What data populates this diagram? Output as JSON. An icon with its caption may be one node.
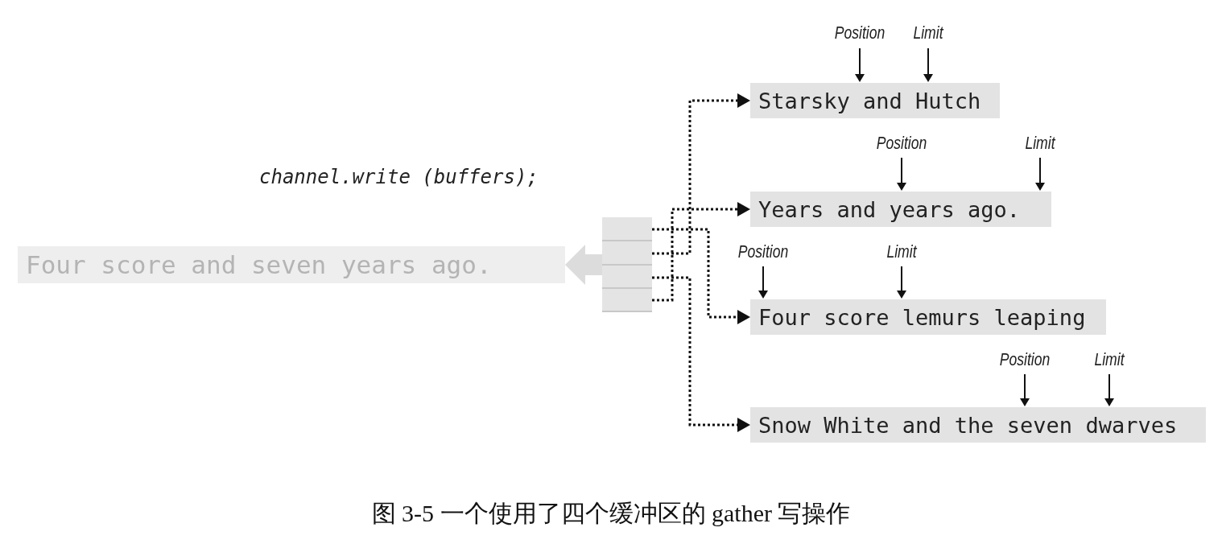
{
  "diagram": {
    "caption": "图 3-5 一个使用了四个缓冲区的 gather 写操作",
    "nodes": [
      {
        "text": [
          "Four score and seven years ago."
        ]
      },
      {
        "text": [],
        "shape": "box"
      },
      {
        "text": [],
        "shape": "box",
        "in": 1
      },
      {
        "text": [],
        "shape": "box",
        "in": 1
      },
      {
        "text": [],
        "shape": "box",
        "in": 1
      },
      {
        "text": [],
        "shape": "box",
        "in": 1
      },
      {
        "text": [
          "Starsky and Hutch"
        ]
      },
      {
        "text": [
          "Years and years ago."
        ]
      },
      {
        "text": [
          "Four score lemurs leaping"
        ]
      },
      {
        "text": [
          "Snow White and the seven dwarves"
        ]
      }
    ],
    "edges": [
      {
        "from": 1,
        "to": 0,
        "arrow": "to",
        "style": "thick",
        "color": "#dcdcdc"
      },
      {
        "from": 3,
        "to": 6,
        "arrow": "to",
        "style": "dashed"
      },
      {
        "from": 5,
        "to": 7,
        "arrow": "to",
        "style": "dashed"
      },
      {
        "from": 2,
        "to": 8,
        "arrow": "to",
        "style": "dashed"
      },
      {
        "from": 4,
        "to": 9,
        "arrow": "to",
        "style": "dashed"
      }
    ],
    "labels": [
      "Position",
      "Limit",
      "Position",
      "Limit",
      "channel.write (buffers);",
      "Position",
      "Limit",
      "Position",
      "Limit"
    ]
  }
}
